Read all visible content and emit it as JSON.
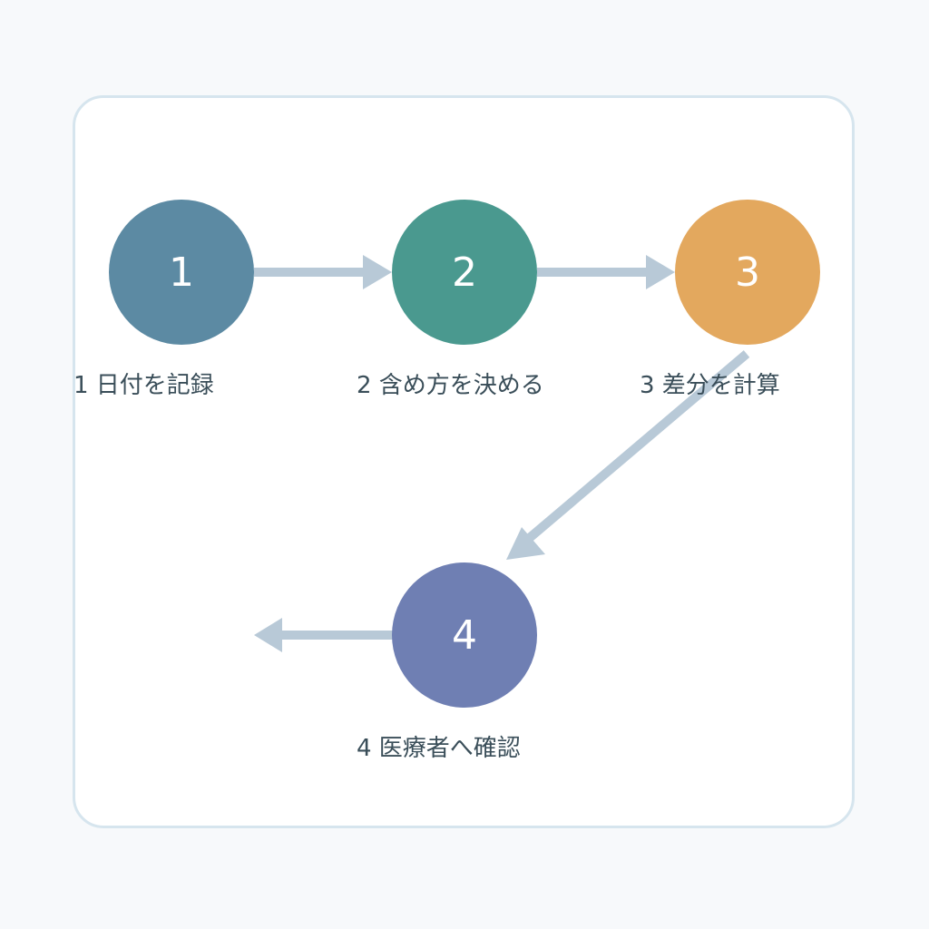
{
  "colors": {
    "page_background": "#f7f9fb",
    "card_background": "#ffffff",
    "card_border": "#d6e5ee",
    "connector": "#b8c9d7",
    "label_text": "#3a4e59",
    "node_text": "#ffffff"
  },
  "steps": [
    {
      "number": "1",
      "label": "1  日付を記録",
      "color": "#5c8aa3"
    },
    {
      "number": "2",
      "label": "2  含め方を決める",
      "color": "#4a998f"
    },
    {
      "number": "3",
      "label": "3  差分を計算",
      "color": "#e3a85e"
    },
    {
      "number": "4",
      "label": "4  医療者へ確認",
      "color": "#6f7fb3"
    }
  ]
}
